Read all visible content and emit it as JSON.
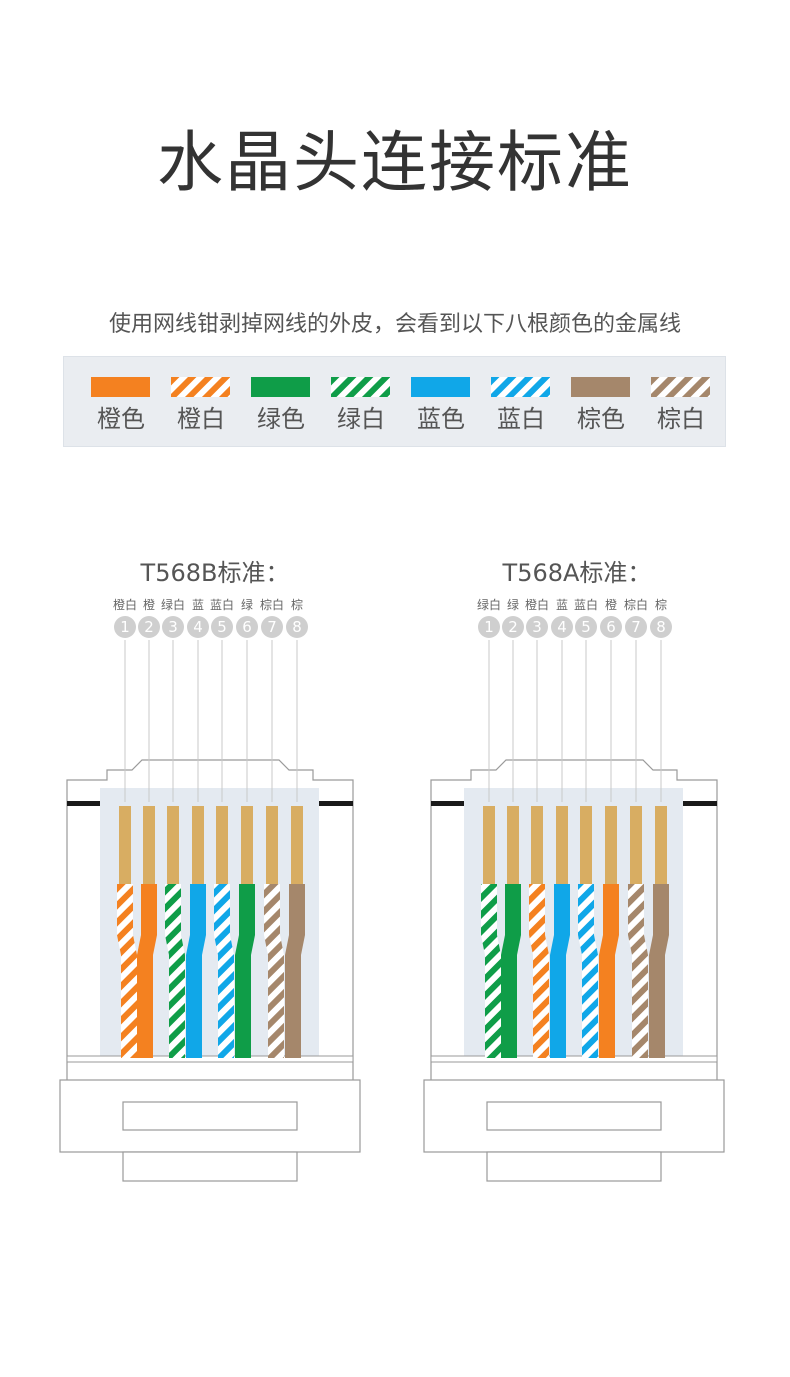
{
  "header": {
    "title": "水晶头连接标准",
    "subtitle": "使用网线钳剥掉网线的外皮，会看到以下八根颜色的金属线"
  },
  "colors": {
    "orange": "#f48120",
    "green": "#0f9d48",
    "blue": "#10a7e8",
    "brown": "#a5876b",
    "gold": "#d8ad62",
    "panel": "#eaedf1",
    "outline": "#9a9a9a"
  },
  "legend": [
    {
      "label": "橙色",
      "color": "orange",
      "striped": false
    },
    {
      "label": "橙白",
      "color": "orange",
      "striped": true
    },
    {
      "label": "绿色",
      "color": "green",
      "striped": false
    },
    {
      "label": "绿白",
      "color": "green",
      "striped": true
    },
    {
      "label": "蓝色",
      "color": "blue",
      "striped": false
    },
    {
      "label": "蓝白",
      "color": "blue",
      "striped": true
    },
    {
      "label": "棕色",
      "color": "brown",
      "striped": false
    },
    {
      "label": "棕白",
      "color": "brown",
      "striped": true
    }
  ],
  "standards": [
    {
      "title": "T568B标准：",
      "pins": [
        {
          "num": "1",
          "label": "橙白",
          "color": "orange",
          "striped": true
        },
        {
          "num": "2",
          "label": "橙",
          "color": "orange",
          "striped": false
        },
        {
          "num": "3",
          "label": "绿白",
          "color": "green",
          "striped": true
        },
        {
          "num": "4",
          "label": "蓝",
          "color": "blue",
          "striped": false
        },
        {
          "num": "5",
          "label": "蓝白",
          "color": "blue",
          "striped": true
        },
        {
          "num": "6",
          "label": "绿",
          "color": "green",
          "striped": false
        },
        {
          "num": "7",
          "label": "棕白",
          "color": "brown",
          "striped": true
        },
        {
          "num": "8",
          "label": "棕",
          "color": "brown",
          "striped": false
        }
      ]
    },
    {
      "title": "T568A标准：",
      "pins": [
        {
          "num": "1",
          "label": "绿白",
          "color": "green",
          "striped": true
        },
        {
          "num": "2",
          "label": "绿",
          "color": "green",
          "striped": false
        },
        {
          "num": "3",
          "label": "橙白",
          "color": "orange",
          "striped": true
        },
        {
          "num": "4",
          "label": "蓝",
          "color": "blue",
          "striped": false
        },
        {
          "num": "5",
          "label": "蓝白",
          "color": "blue",
          "striped": true
        },
        {
          "num": "6",
          "label": "橙",
          "color": "orange",
          "striped": false
        },
        {
          "num": "7",
          "label": "棕白",
          "color": "brown",
          "striped": true
        },
        {
          "num": "8",
          "label": "棕",
          "color": "brown",
          "striped": false
        }
      ]
    }
  ]
}
